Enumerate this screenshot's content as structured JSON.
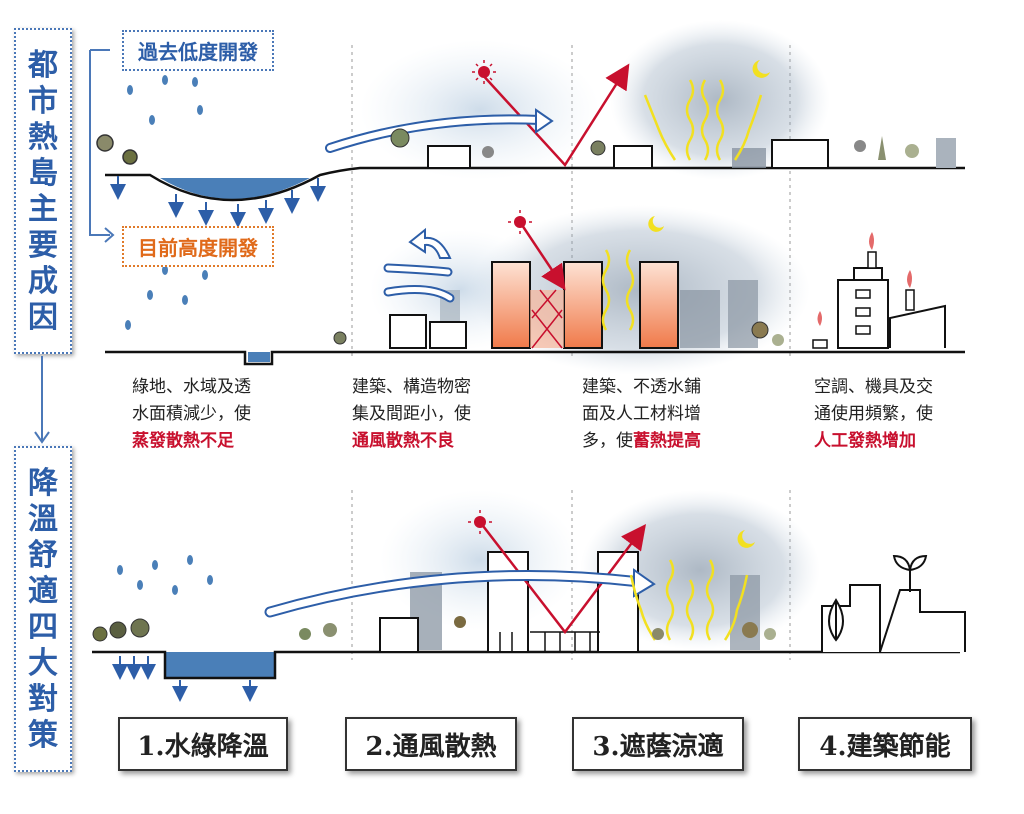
{
  "left_labels": {
    "causes": "都市熱島 主要成因",
    "strategies": "降溫舒適 四大對策"
  },
  "tags": {
    "past": "過去低度開發",
    "now": "目前高度開發"
  },
  "descriptions": [
    {
      "line1": "綠地、水域及透",
      "line2": "水面積減少，使",
      "em": "蒸發散熱不足",
      "tail": ""
    },
    {
      "line1": "建築、構造物密",
      "line2": "集及間距小，使",
      "em": "通風散熱不良",
      "tail": ""
    },
    {
      "line1": "建築、不透水鋪",
      "line2": "面及人工材料增",
      "pre": "多，使",
      "em": "蓄熱提高"
    },
    {
      "line1": "空調、機具及交",
      "line2": "通使用頻繁，使",
      "em": "人工發熱增加",
      "tail": ""
    }
  ],
  "strategies": [
    "1.水綠降溫",
    "2.通風散熱",
    "3.遮蔭涼適",
    "4.建築節能"
  ],
  "colors": {
    "blue": "#2d5ea8",
    "orange": "#e06a1a",
    "red": "#c8102e",
    "water": "#4a7fb8",
    "heat": "#f07040",
    "yellow": "#f2e020"
  },
  "icons": [
    "sun-icon",
    "moon-icon",
    "tree-icon",
    "rain-drop-icon",
    "wind-arrow-icon",
    "chimney-icon",
    "leaf-icon",
    "sprout-icon"
  ]
}
